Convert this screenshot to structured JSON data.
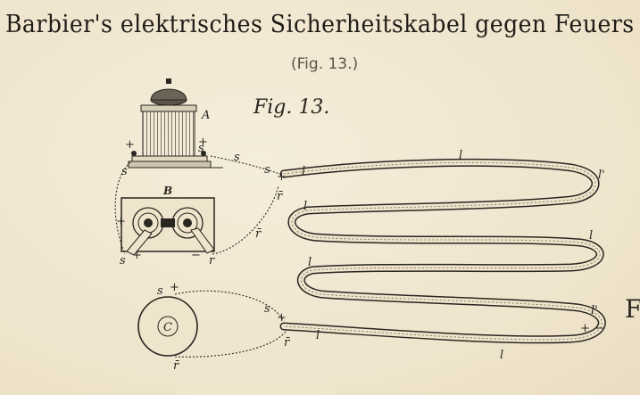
{
  "header": {
    "title": "Barbier's elektrisches Sicherheitskabel gegen Feuers",
    "subtitle": "(Fig. 13.)"
  },
  "figure": {
    "label": "Fig. 13.",
    "edge_letter": "F",
    "components": {
      "bell": "A",
      "battery": "B",
      "center": "C"
    },
    "labels": {
      "l": "l",
      "l_prime": "l'",
      "s": "s",
      "r": "r",
      "r_bar": "r̄",
      "plus": "+",
      "minus": "−"
    }
  },
  "colors": {
    "paper": "#f1e8d3",
    "ink": "#2a2620"
  }
}
